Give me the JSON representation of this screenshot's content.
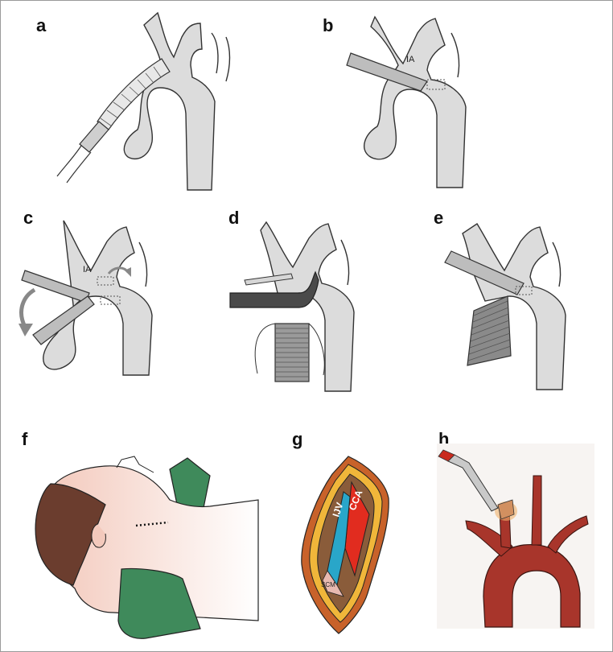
{
  "panels": [
    {
      "id": "a",
      "label": "a"
    },
    {
      "id": "b",
      "label": "b",
      "annotation": "IA"
    },
    {
      "id": "c",
      "label": "c",
      "annotation": "IA"
    },
    {
      "id": "d",
      "label": "d"
    },
    {
      "id": "e",
      "label": "e"
    },
    {
      "id": "f",
      "label": "f"
    },
    {
      "id": "g",
      "label": "g",
      "annotations": {
        "cca": "CCA",
        "ijv": "IJV",
        "scm": "SCM"
      }
    },
    {
      "id": "h",
      "label": "h"
    }
  ],
  "colors": {
    "vessel_fill": "#dcdcdc",
    "vessel_stroke": "#333333",
    "aorta_red": "#a8352b",
    "drape_green": "#3f8a5b",
    "hair_brown": "#6b3d2e",
    "skin": "#f6d8cf",
    "cca_red": "#e12c1f",
    "ijv_blue": "#29a6c9",
    "wound_yellow": "#f0b63a",
    "wound_orange": "#c8622a"
  }
}
